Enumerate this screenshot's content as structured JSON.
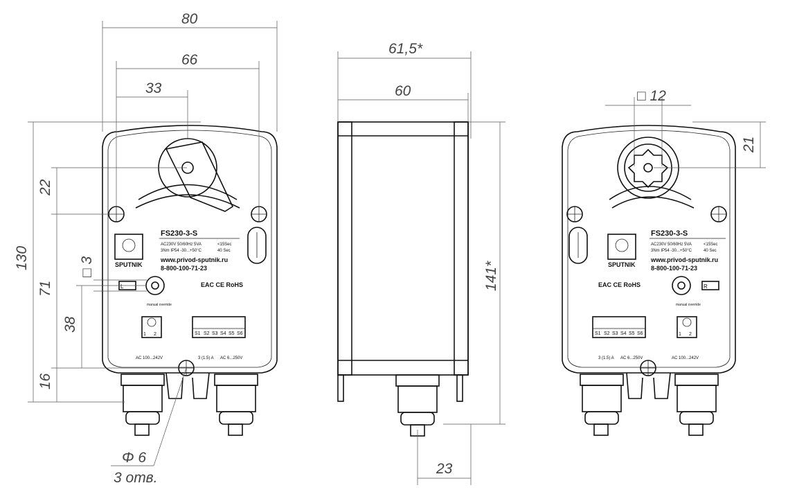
{
  "front": {
    "model": "FS230-3-S",
    "spec1": "AC230V  50/60Hz  5VA",
    "spec1b": "<15Sec",
    "spec2": "3Nm  IP54  -30...+50°C",
    "spec2b": "40 Sec",
    "url": "www.privod-sputnik.ru",
    "phone": "8-800-100-71-23",
    "brand": "SPUTNIK",
    "left_switch": "L",
    "override": "manual\noverride",
    "switch_labels": [
      "S1",
      "S2",
      "S3",
      "S4",
      "S5",
      "S6"
    ],
    "motor_terms": [
      "1",
      "2"
    ],
    "ac_left": "AC 100...242V",
    "ac_mid": "3 (1.5) A",
    "ac_right": "AC 6...250V",
    "certs": "EAC  CE  RoHS"
  },
  "back": {
    "model": "FS230-3-S",
    "spec1": "AC230V  50/60Hz  5VA",
    "spec1b": "<15Sec",
    "spec2": "3Nm  IP54  -30...+50°C",
    "spec2b": "40 Sec",
    "url": "www.privod-sputnik.ru",
    "phone": "8-800-100-71-23",
    "brand": "SPUTNIK",
    "right_switch": "R",
    "override": "manual\noverride",
    "switch_labels": [
      "S1",
      "S2",
      "S3",
      "S4",
      "S5",
      "S6"
    ],
    "motor_terms": [
      "1",
      "2"
    ],
    "ac_left": "3 (1.5) A",
    "ac_mid": "AC 6...250V",
    "ac_right": "AC 100...242V",
    "certs": "EAC  CE  RoHS"
  },
  "dimensions": {
    "d80": "80",
    "d66": "66",
    "d33": "33",
    "d130": "130",
    "d22": "22",
    "d71": "71",
    "d38": "38",
    "d16": "16",
    "dsq3": "□ 3",
    "dphi6": "Φ 6",
    "d3holes": "3 отв.",
    "d615": "61,5*",
    "d60": "60",
    "d141": "141*",
    "d23": "23",
    "dsq12": "□ 12",
    "d21": "21"
  }
}
